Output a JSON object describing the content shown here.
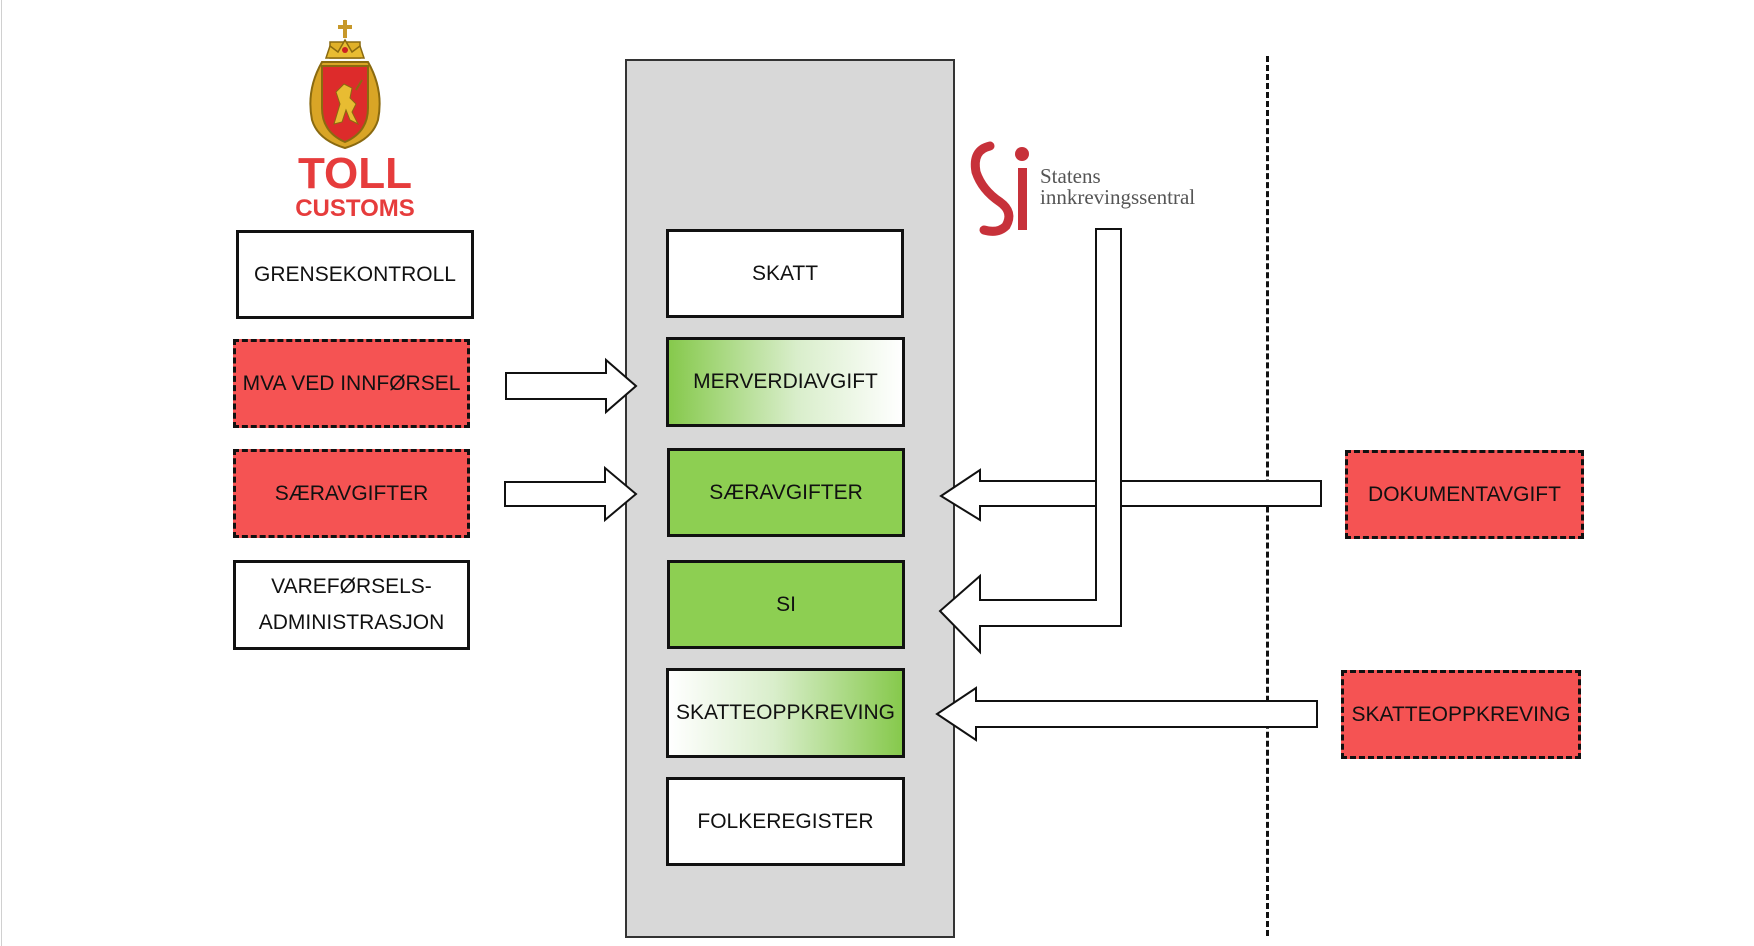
{
  "logos": {
    "toll": {
      "line1": "TOLL",
      "line2": "CUSTOMS",
      "color": "#e63c3c"
    },
    "si": {
      "line1": "Statens",
      "line2": "innkrevingssentral",
      "color": "#c7313a"
    }
  },
  "left_boxes": [
    {
      "label": "GRENSEKONTROLL",
      "style": "solid"
    },
    {
      "label": "MVA VED INNFØRSEL",
      "style": "dashed-red"
    },
    {
      "label": "SÆRAVGIFTER",
      "style": "dashed-red"
    },
    {
      "label": "VAREFØRSELS-\nADMINISTRASJON",
      "style": "solid"
    }
  ],
  "center_boxes": [
    {
      "label": "SKATT",
      "style": "white"
    },
    {
      "label": "MERVERDIAVGIFT",
      "style": "green-gradient-left"
    },
    {
      "label": "SÆRAVGIFTER",
      "style": "green"
    },
    {
      "label": "SI",
      "style": "green"
    },
    {
      "label": "SKATTEOPPKREVING",
      "style": "green-gradient-right"
    },
    {
      "label": "FOLKEREGISTER",
      "style": "white"
    }
  ],
  "right_boxes": [
    {
      "label": "DOKUMENTAVGIFT",
      "style": "dashed-red"
    },
    {
      "label": "SKATTEOPPKREVING",
      "style": "dashed-red"
    }
  ],
  "colors": {
    "red": "#f55353",
    "green": "#8dcf52",
    "panel": "#d8d8d8",
    "border": "#111111"
  }
}
